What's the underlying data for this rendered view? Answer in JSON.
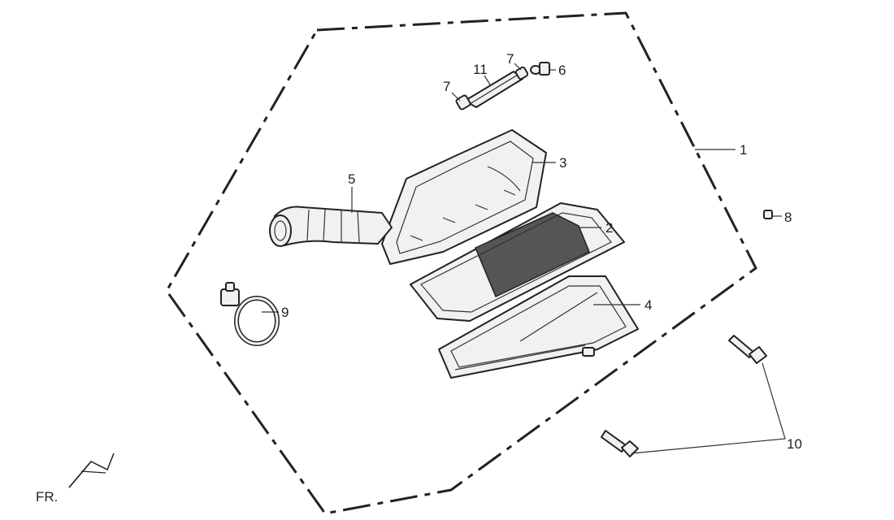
{
  "colors": {
    "line": "#222222",
    "background": "#ffffff"
  },
  "callouts": {
    "c1": "1",
    "c2": "2",
    "c3": "3",
    "c4": "4",
    "c5": "5",
    "c6": "6",
    "c7a": "7",
    "c7b": "7",
    "c8": "8",
    "c9": "9",
    "c10": "10",
    "c11": "11"
  },
  "direction_label": "FR."
}
